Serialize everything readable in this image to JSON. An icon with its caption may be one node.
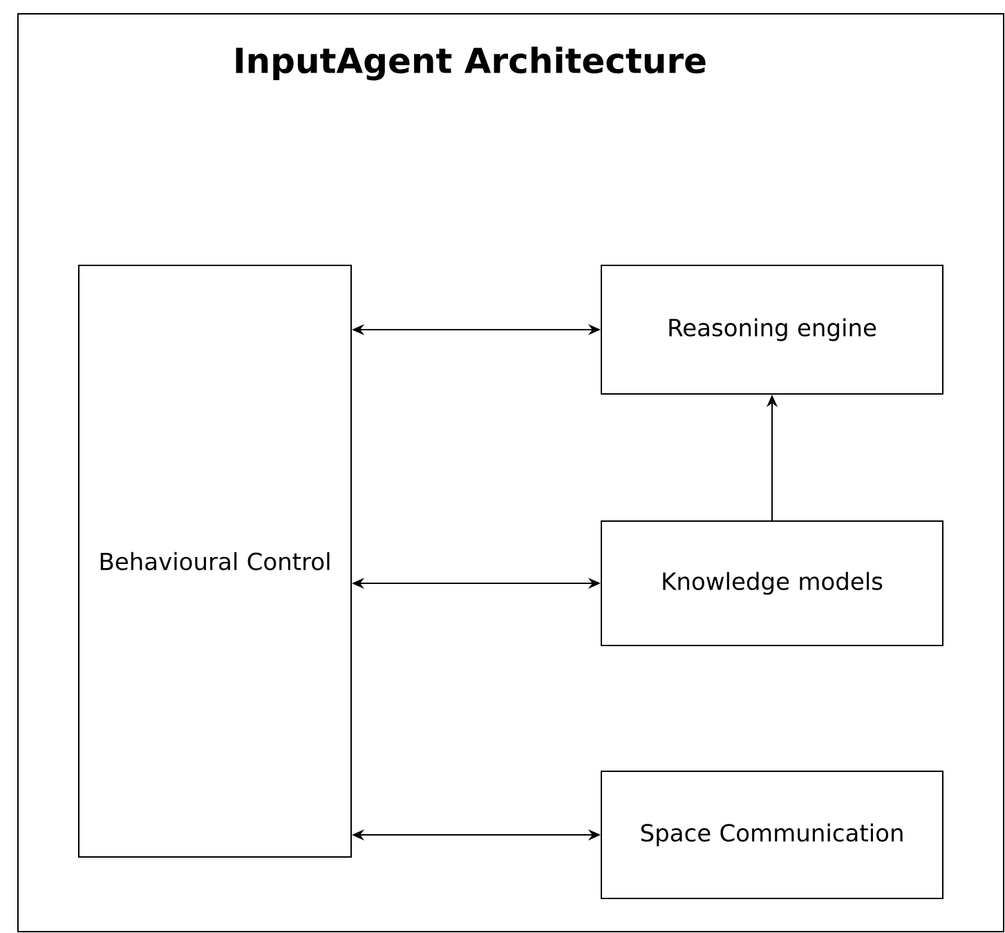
{
  "diagram": {
    "title": "InputAgent Architecture",
    "nodes": [
      {
        "text": [
          "Behavioural Control"
        ]
      },
      {
        "text": [
          "Reasoning engine"
        ]
      },
      {
        "text": [
          "Knowledge models"
        ]
      },
      {
        "text": [
          "Space Communication"
        ]
      }
    ],
    "edges": [
      {
        "from": 0,
        "to": 1,
        "arrow": "both"
      },
      {
        "from": 0,
        "to": 2,
        "arrow": "both"
      },
      {
        "from": 0,
        "to": 3,
        "arrow": "both"
      },
      {
        "from": 2,
        "to": 1,
        "arrow": "to"
      }
    ]
  }
}
